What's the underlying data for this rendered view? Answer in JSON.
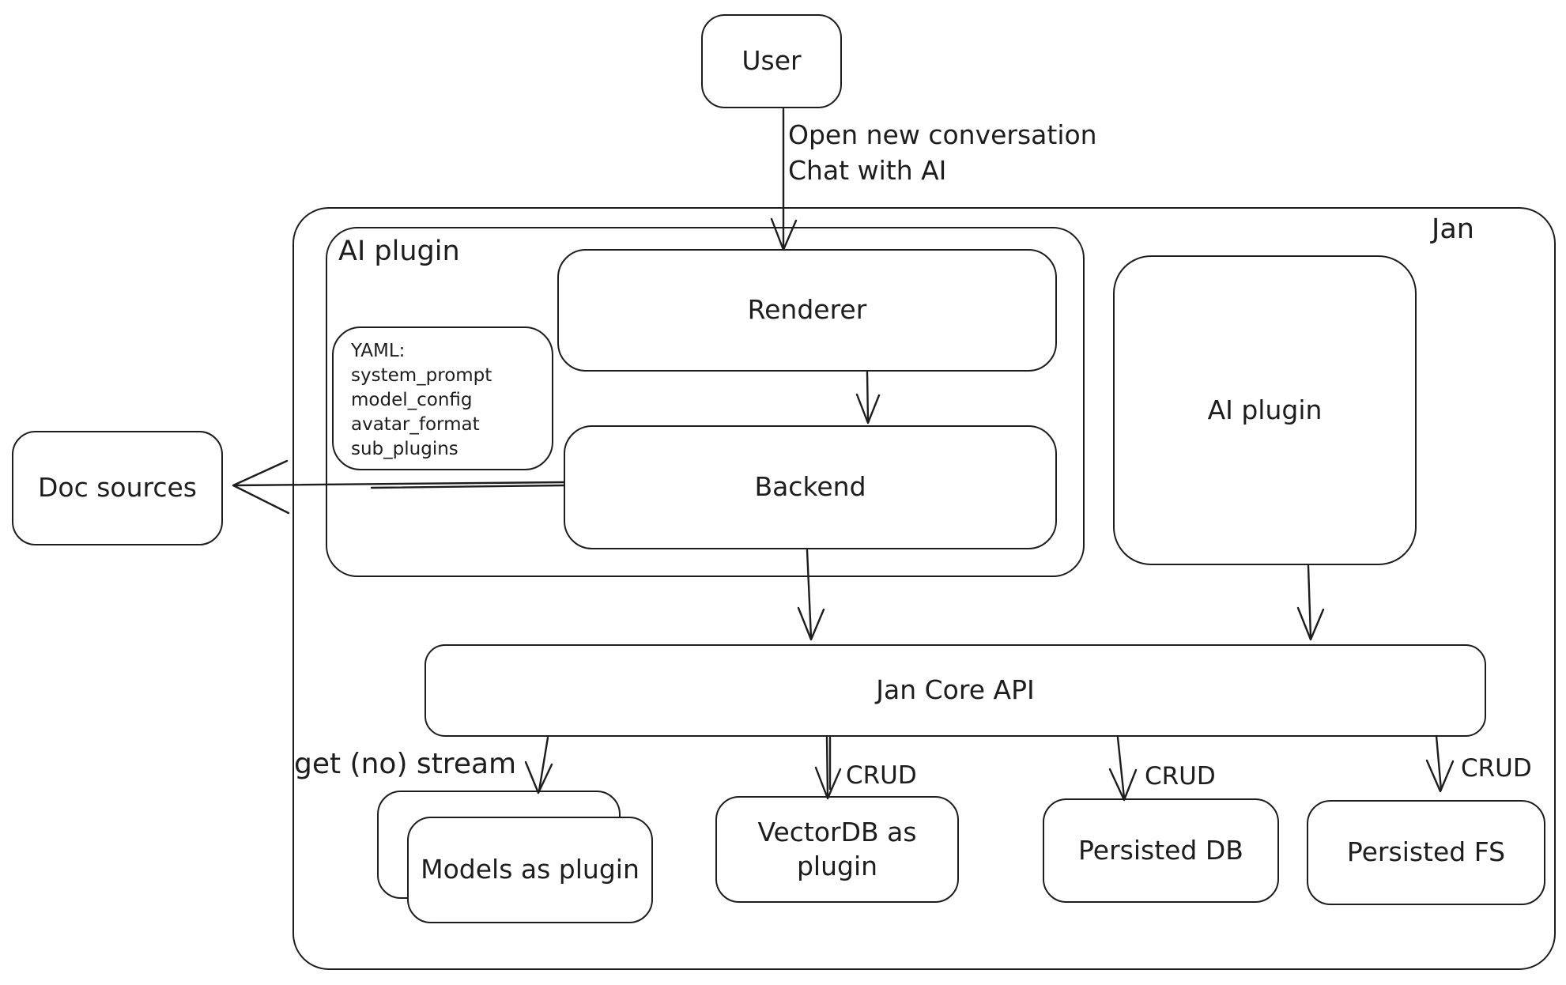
{
  "diagram": {
    "background": "#ffffff",
    "stroke_color": "#1d1d1d",
    "nodes": {
      "user": "User",
      "jan": "Jan",
      "ai_plugin_left": "AI plugin",
      "renderer": "Renderer",
      "backend": "Backend",
      "doc_sources": "Doc sources",
      "ai_plugin_right": "AI plugin",
      "jan_core_api": "Jan Core API",
      "models_as_plugin": "Models as plugin",
      "vectordb_as_plugin": "VectorDB as plugin",
      "persisted_db": "Persisted DB",
      "persisted_fs": "Persisted FS"
    },
    "yaml_note": {
      "lines": [
        "YAML:",
        "system_prompt",
        "model_config",
        "avatar_format",
        "sub_plugins"
      ]
    },
    "edge_labels": {
      "user_to_renderer": [
        "Open new conversation",
        "Chat with AI"
      ],
      "api_to_models": "get (no) stream",
      "api_to_vectordb": "CRUD",
      "api_to_persisted_db": "CRUD",
      "api_to_persisted_fs": "CRUD"
    }
  }
}
